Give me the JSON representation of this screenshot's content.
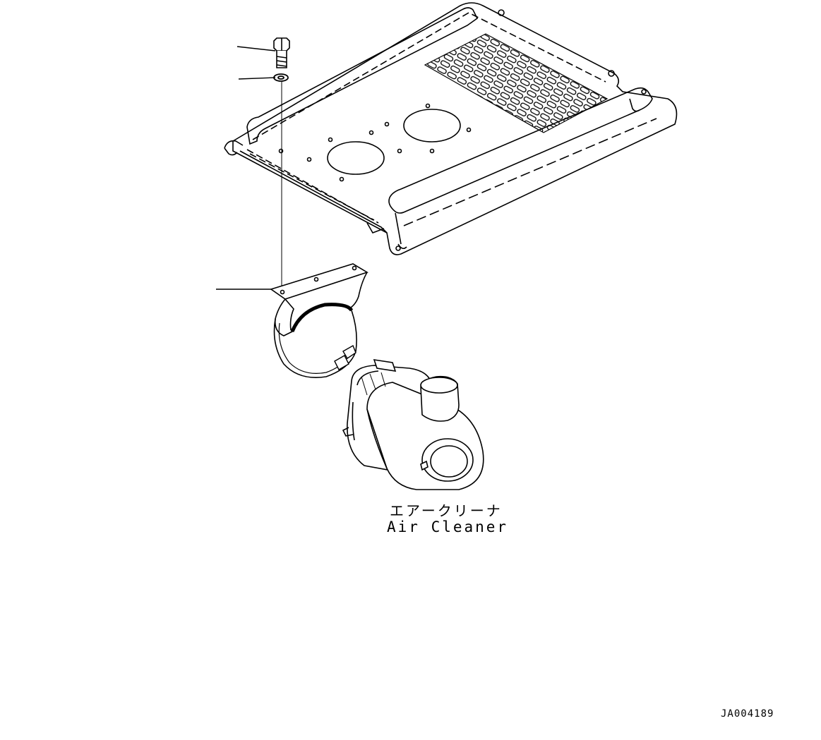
{
  "part": {
    "name_ja": "エアークリーナ",
    "name_en": "Air Cleaner"
  },
  "drawing_id": "JA004189",
  "colors": {
    "line": "#000000",
    "background": "#ffffff"
  }
}
